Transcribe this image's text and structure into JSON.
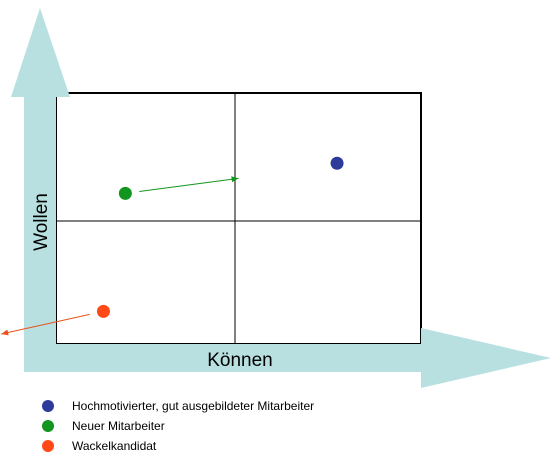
{
  "axes": {
    "x_label": "Können",
    "y_label": "Wollen",
    "arrow_color": "#B8E0E1"
  },
  "points": [
    {
      "id": "high",
      "x": 0.77,
      "y": 0.72,
      "color": "#2E3A9A"
    },
    {
      "id": "new",
      "x": 0.19,
      "y": 0.6,
      "color": "#13961F",
      "arrow_to": {
        "x": 0.5,
        "y": 0.66
      },
      "arrow_color": "#13961F"
    },
    {
      "id": "wobbly",
      "x": 0.13,
      "y": 0.13,
      "color": "#FF4A17",
      "arrow_to": {
        "x": -0.15,
        "y": 0.04
      },
      "arrow_color": "#E8531B"
    }
  ],
  "legend": [
    {
      "label": "Hochmotivierter, gut ausgebildeter Mitarbeiter",
      "color": "#2E3A9A"
    },
    {
      "label": "Neuer Mitarbeiter",
      "color": "#13961F"
    },
    {
      "label": "Wackelkandidat",
      "color": "#FF4A17"
    }
  ]
}
